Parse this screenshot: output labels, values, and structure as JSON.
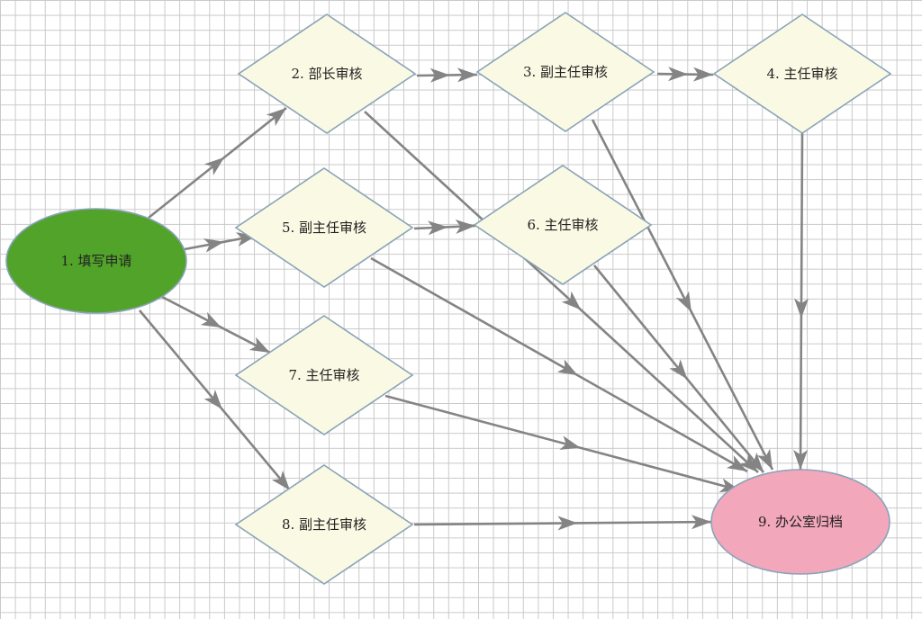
{
  "diagram": {
    "nodes": [
      {
        "id": "n1",
        "label": "1. 填写申请",
        "shape": "ellipse",
        "fill": "#52a32a"
      },
      {
        "id": "n2",
        "label": "2. 部长审核",
        "shape": "diamond",
        "fill": "#fafae4"
      },
      {
        "id": "n3",
        "label": "3. 副主任审核",
        "shape": "diamond",
        "fill": "#fafae4"
      },
      {
        "id": "n4",
        "label": "4. 主任审核",
        "shape": "diamond",
        "fill": "#fafae4"
      },
      {
        "id": "n5",
        "label": "5. 副主任审核",
        "shape": "diamond",
        "fill": "#fafae4"
      },
      {
        "id": "n6",
        "label": "6. 主任审核",
        "shape": "diamond",
        "fill": "#fafae4"
      },
      {
        "id": "n7",
        "label": "7. 主任审核",
        "shape": "diamond",
        "fill": "#fafae4"
      },
      {
        "id": "n8",
        "label": "8. 副主任审核",
        "shape": "diamond",
        "fill": "#fafae4"
      },
      {
        "id": "n9",
        "label": "9. 办公室归档",
        "shape": "ellipse",
        "fill": "#f2a7bb"
      }
    ],
    "edges": [
      {
        "from": "n1",
        "to": "n2"
      },
      {
        "from": "n1",
        "to": "n5"
      },
      {
        "from": "n1",
        "to": "n7"
      },
      {
        "from": "n1",
        "to": "n8"
      },
      {
        "from": "n2",
        "to": "n3"
      },
      {
        "from": "n3",
        "to": "n4"
      },
      {
        "from": "n5",
        "to": "n6"
      },
      {
        "from": "n2",
        "to": "n9"
      },
      {
        "from": "n3",
        "to": "n9"
      },
      {
        "from": "n4",
        "to": "n9"
      },
      {
        "from": "n5",
        "to": "n9"
      },
      {
        "from": "n6",
        "to": "n9"
      },
      {
        "from": "n7",
        "to": "n9"
      },
      {
        "from": "n8",
        "to": "n9"
      }
    ],
    "colors": {
      "edge": "#848484",
      "node_border": "#8aa3b8",
      "grid": "#c9c9c9"
    }
  }
}
